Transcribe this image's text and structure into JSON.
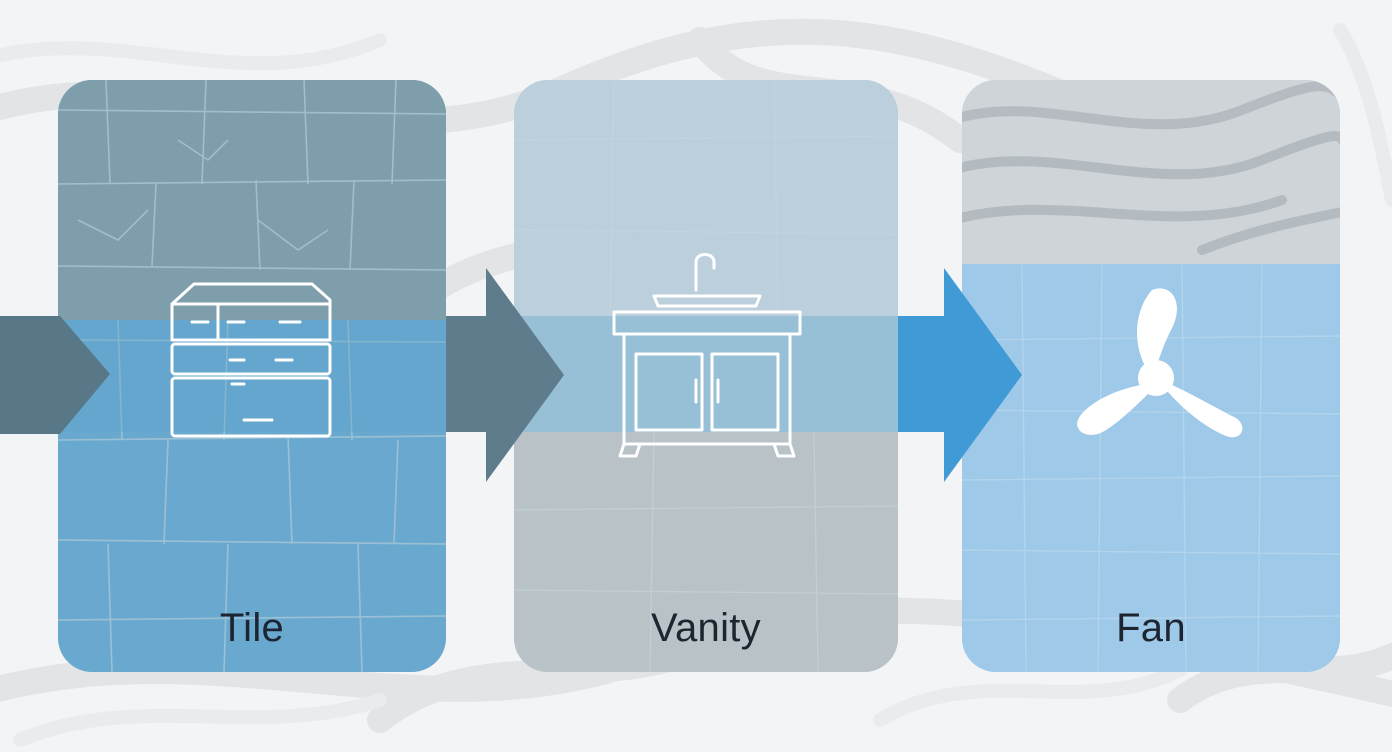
{
  "steps": [
    {
      "label": "Tile",
      "icon": "tile-stack-icon"
    },
    {
      "label": "Vanity",
      "icon": "bathroom-vanity-icon"
    },
    {
      "label": "Fan",
      "icon": "fan-icon"
    }
  ],
  "colors": {
    "tile_card": "#6aa9cf",
    "vanity_card": "#b9c5cc",
    "fan_card": "#a2cbea",
    "arrow_dark": "#587787",
    "arrow_blue": "#3f9ad6",
    "background": "#f3f4f5"
  }
}
